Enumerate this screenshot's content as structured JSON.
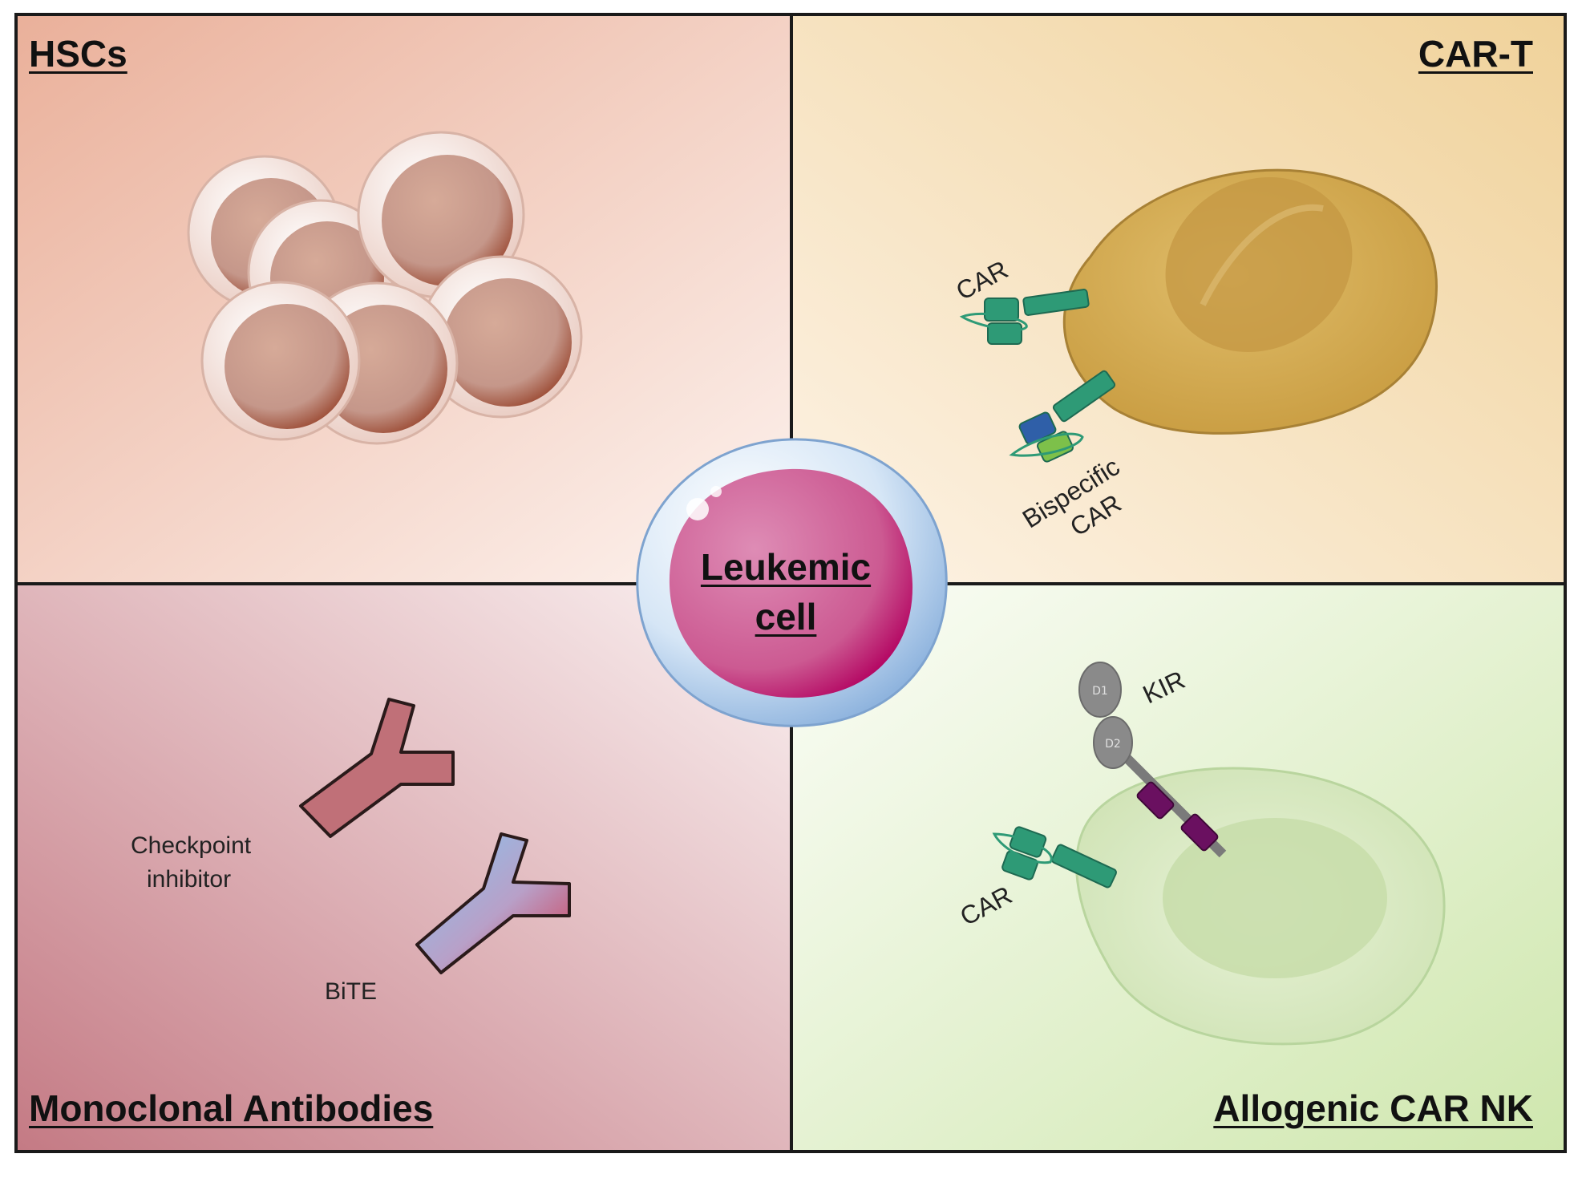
{
  "quadrants": {
    "top_left": {
      "title": "HSCs"
    },
    "top_right": {
      "title": "CAR-T",
      "labels": {
        "car": "CAR",
        "bispecific_line1": "Bispecific",
        "bispecific_line2": "CAR"
      }
    },
    "bottom_left": {
      "title": "Monoclonal Antibodies",
      "labels": {
        "checkpoint_line1": "Checkpoint",
        "checkpoint_line2": "inhibitor",
        "bite": "BiTE"
      }
    },
    "bottom_right": {
      "title": "Allogenic CAR NK",
      "labels": {
        "kir": "KIR",
        "car": "CAR",
        "domain_d1": "D1",
        "domain_d2": "D2"
      }
    }
  },
  "center": {
    "line1": "Leukemic",
    "line2": "cell"
  },
  "colors": {
    "car_green": "#2e9a76",
    "kir_grey": "#8a8a8a",
    "kir_purple": "#6a1060",
    "leukemic_magenta": "#c0286e",
    "cart_cell_gold": "#d9b25a"
  }
}
